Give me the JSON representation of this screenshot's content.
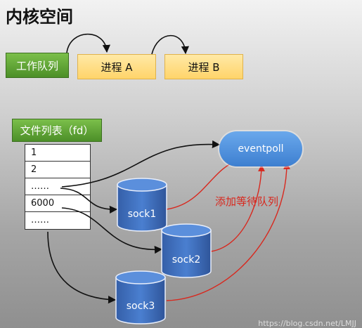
{
  "title": "内核空间",
  "work_queue": {
    "label": "工作队列"
  },
  "processes": [
    {
      "label": "进程 A"
    },
    {
      "label": "进程 B"
    }
  ],
  "fd_table": {
    "header": "文件列表（fd）",
    "rows": [
      "1",
      "2",
      "……",
      "6000",
      "……"
    ]
  },
  "eventpoll": {
    "label": "eventpoll"
  },
  "sockets": [
    {
      "label": "sock1"
    },
    {
      "label": "sock2"
    },
    {
      "label": "sock3"
    }
  ],
  "wait_queue_label": "添加等待队列",
  "watermark": "https://blog.csdn.net/LMJJ",
  "colors": {
    "green_box": "#4c8f28",
    "yellow_box": "#ffd46a",
    "socket_blue": "#3f6fbf",
    "eventpoll_blue": "#4a8ce0",
    "red_arrow": "#d8281e"
  }
}
